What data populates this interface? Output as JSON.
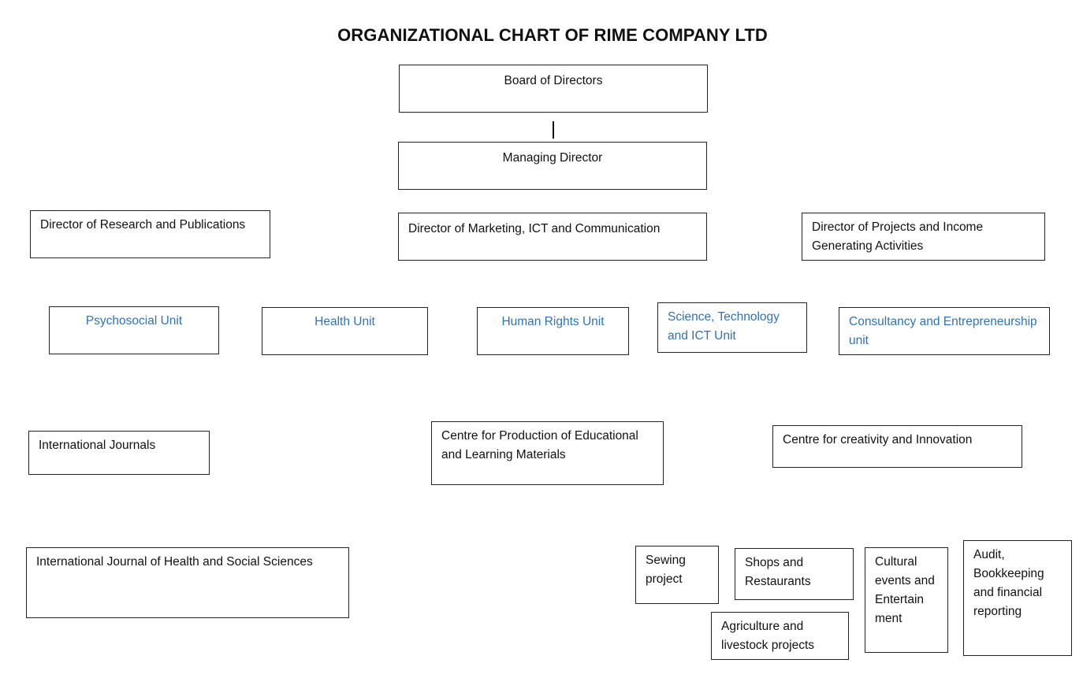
{
  "title": "ORGANIZATIONAL CHART OF RIME COMPANY LTD",
  "colors": {
    "unit_text": "#2e74b5",
    "border": "#222222"
  },
  "nodes": {
    "board": "Board of Directors",
    "managing_director": "Managing Director",
    "dir_research": "Director of Research and Publications",
    "dir_marketing": "Director of Marketing, ICT and Communication",
    "dir_projects": "Director of Projects and Income Generating Activities",
    "unit_psychosocial": "Psychosocial Unit",
    "unit_health": "Health Unit",
    "unit_human_rights": "Human Rights Unit",
    "unit_science": "Science, Technology and ICT Unit",
    "unit_consultancy": "Consultancy and Entrepreneurship unit",
    "intl_journals": "International Journals",
    "centre_production": "Centre for Production of Educational and Learning Materials",
    "centre_creativity": "Centre for creativity and Innovation",
    "journal_health": "International Journal of Health and Social Sciences",
    "sewing": "Sewing project",
    "shops": "Shops and Restaurants",
    "cultural": "Cultural events and Entertain ment",
    "audit": "Audit, Bookkeeping and financial reporting",
    "agriculture": "Agriculture and livestock projects"
  }
}
